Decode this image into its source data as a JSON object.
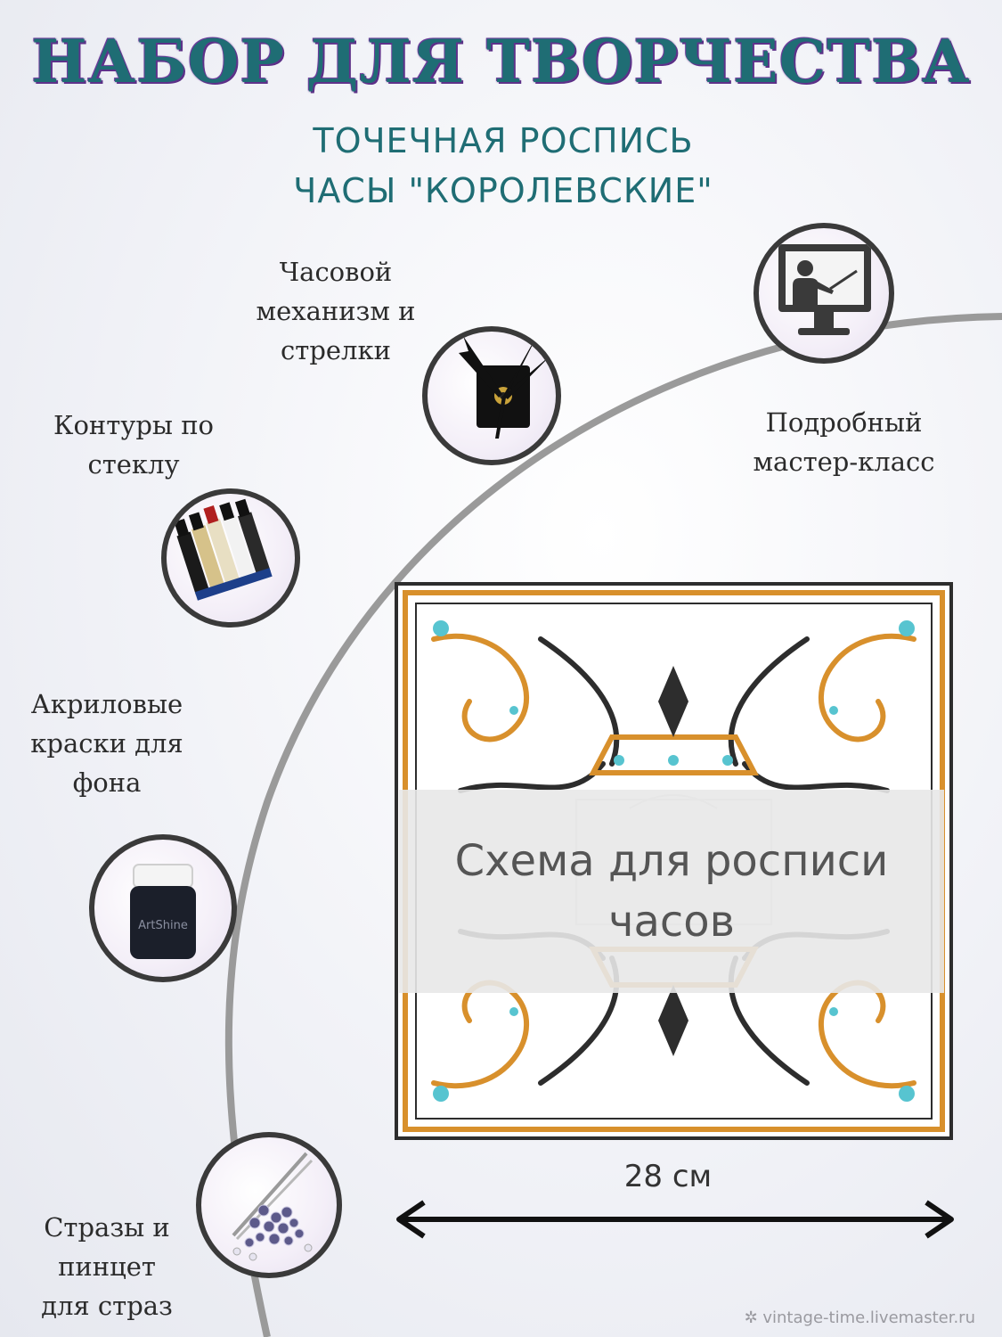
{
  "header": {
    "title": "НАБОР ДЛЯ ТВОРЧЕСТВА",
    "subtitle_line1": "ТОЧЕЧНАЯ РОСПИСЬ",
    "subtitle_line2": "ЧАСЫ \"КОРОЛЕВСКИЕ\""
  },
  "items": {
    "clock": {
      "line1": "Часовой",
      "line2": "механизм и",
      "line3": "стрелки",
      "icon": "clock-mechanism-icon"
    },
    "master": {
      "line1": "Подробный",
      "line2": "мастер-класс",
      "icon": "monitor-presenter-icon"
    },
    "contours": {
      "line1": "Контуры по",
      "line2": "стеклу",
      "icon": "paint-tubes-icon"
    },
    "paints": {
      "line1": "Акриловые",
      "line2": "краски для",
      "line3": "фона",
      "icon": "paint-jar-icon",
      "jar_text": "ArtShine"
    },
    "rhinestones": {
      "line1": "Стразы и",
      "line2": "пинцет",
      "line3": "для страз",
      "icon": "tweezers-rhinestones-icon"
    }
  },
  "scheme": {
    "line1": "Схема для росписи",
    "line2": "часов",
    "size": "28 см"
  },
  "watermark": "vintage-time.livemaster.ru",
  "colors": {
    "title": "#1f6d74",
    "title_shadow": "#5b2f86",
    "orange": "#d8902c",
    "turquoise": "#57c4d0",
    "dark": "#2d2d2d",
    "arc": "#9a9a9a"
  }
}
